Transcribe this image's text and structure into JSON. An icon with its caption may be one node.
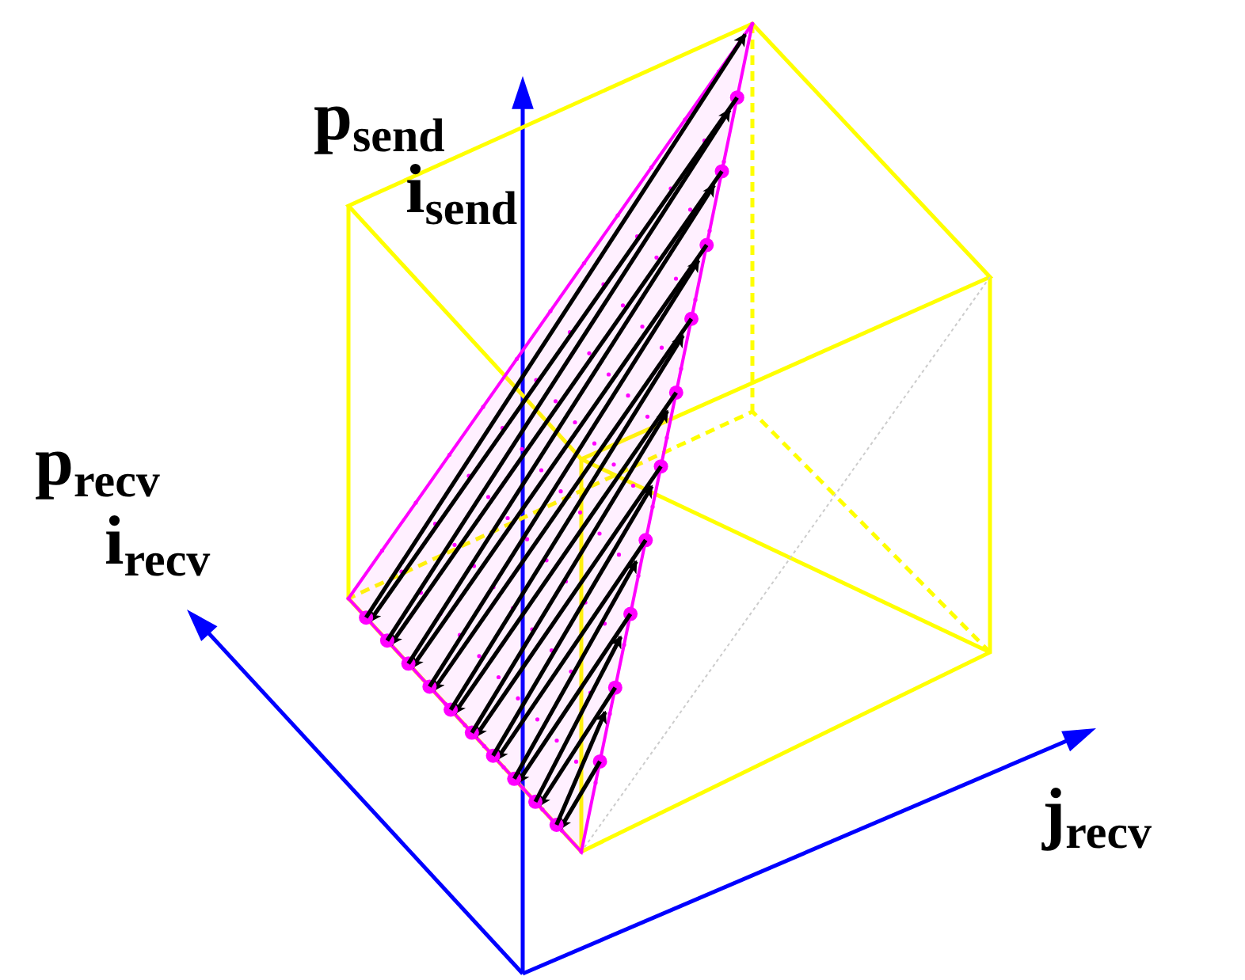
{
  "diagram": {
    "labels": [
      "p$_{send}$",
      "i$_{send}$",
      "p$_{recv}$",
      "i$_{recv}$",
      "j$_{recv}$"
    ]
  }
}
